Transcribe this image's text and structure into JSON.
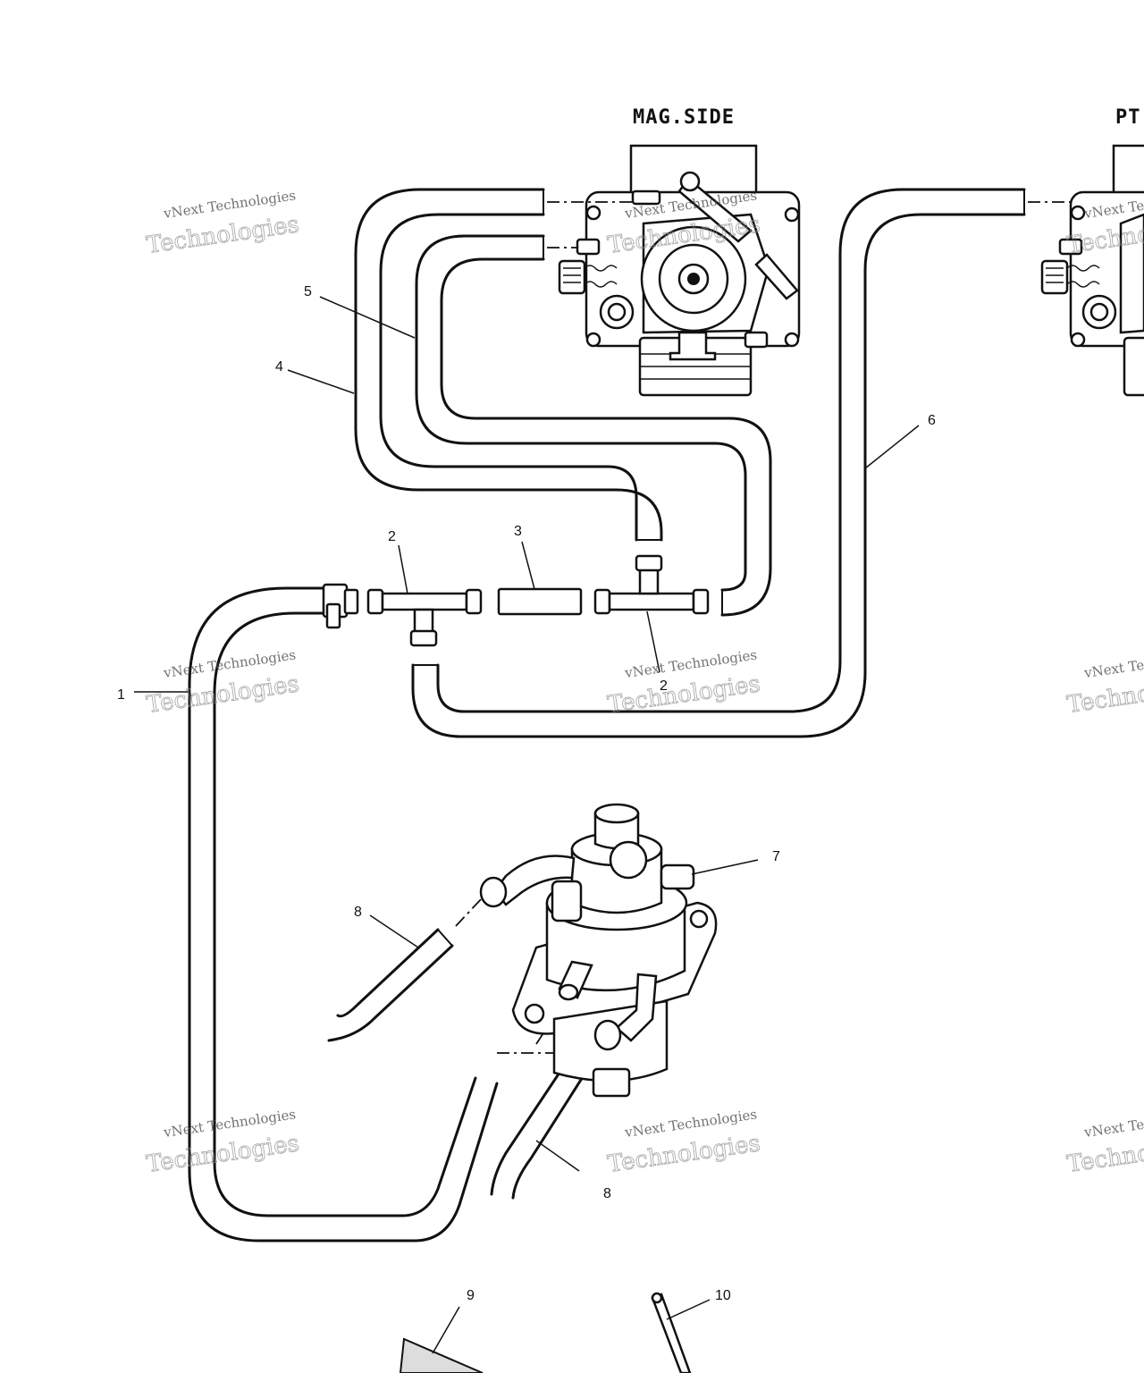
{
  "side_labels": {
    "mag": "MAG.SIDE",
    "pto": "PT"
  },
  "callouts": [
    "1",
    "2",
    "3",
    "4",
    "5",
    "6",
    "7",
    "8",
    "9",
    "10"
  ],
  "watermark": {
    "line1": "vNext Technologies",
    "line2": "Technologies"
  }
}
